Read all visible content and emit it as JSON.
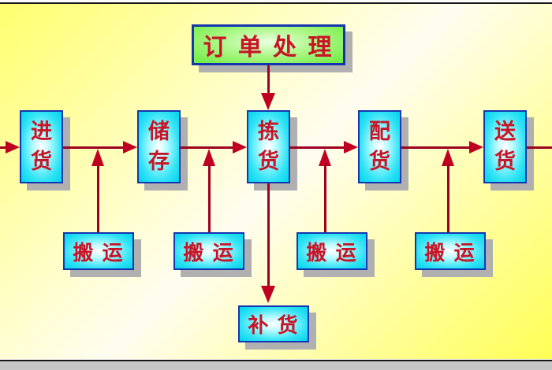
{
  "diagram": {
    "title_box": {
      "label": "订 单 处 理"
    },
    "flow_boxes": [
      {
        "label": "进货"
      },
      {
        "label": "储存"
      },
      {
        "label": "拣货"
      },
      {
        "label": "配货"
      },
      {
        "label": "送货"
      }
    ],
    "handling_boxes": [
      {
        "label": "搬 运"
      },
      {
        "label": "搬 运"
      },
      {
        "label": "搬 运"
      },
      {
        "label": "搬 运"
      }
    ],
    "replenish_box": {
      "label": "补 货"
    },
    "colors": {
      "background_yellow": "#FFFF66",
      "background_highlight": "#FFFDF0",
      "box_fill_cyan": "#00D9EF",
      "title_fill_green": "#7BEE4D",
      "box_border_blue": "#1535B0",
      "text_red": "#C81426",
      "line_red": "#9C0120",
      "arrow_red": "#C00021",
      "shadow_gray": "#B0B0B0",
      "frame_gray": "#C6C6C6"
    }
  }
}
